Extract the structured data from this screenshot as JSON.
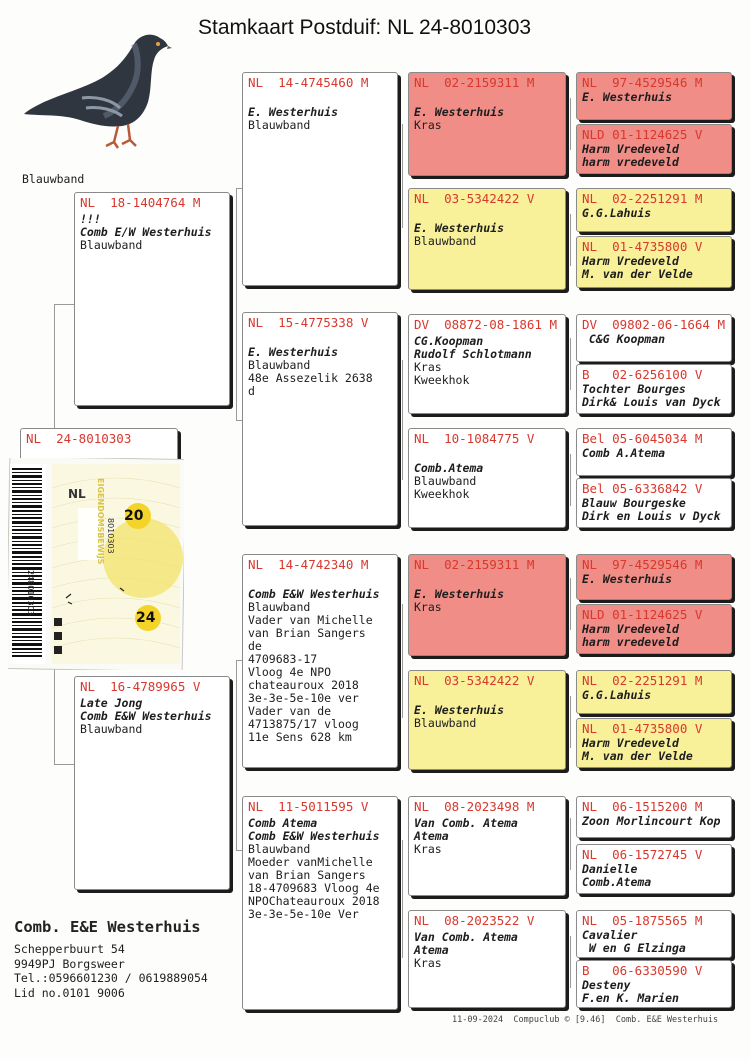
{
  "title": "Stamkaart Postduif: NL  24-8010303",
  "bird_label": "Blauwband",
  "subject": {
    "ring": "NL  24-8010303",
    "lines": []
  },
  "stamp": {
    "year_a": "20",
    "year_b": "24",
    "country": "NL",
    "number": "8010303",
    "side_text": "EIGENDOMSBEWIJS",
    "barcode_text": "248010303"
  },
  "gen1": [
    {
      "ring": "NL  18-1404764 M",
      "lines": [
        {
          "t": "!!!",
          "b": true
        },
        {
          "t": "Comb E/W Westerhuis",
          "b": true
        },
        {
          "t": "Blauwband",
          "b": false
        }
      ]
    },
    {
      "ring": "NL  16-4789965 V",
      "lines": [
        {
          "t": "Late Jong",
          "b": true
        },
        {
          "t": "Comb E&W Westerhuis",
          "b": true
        },
        {
          "t": "Blauwband",
          "b": false
        }
      ]
    }
  ],
  "gen2": [
    {
      "ring": "NL  14-4745460 M",
      "lines": [
        {
          "t": "",
          "b": false
        },
        {
          "t": "E. Westerhuis",
          "b": true
        },
        {
          "t": "Blauwband",
          "b": false
        }
      ]
    },
    {
      "ring": "NL  15-4775338 V",
      "lines": [
        {
          "t": "",
          "b": false
        },
        {
          "t": "E. Westerhuis",
          "b": true
        },
        {
          "t": "Blauwband",
          "b": false
        },
        {
          "t": "48e Assezelik 2638",
          "b": false
        },
        {
          "t": "d",
          "b": false
        }
      ]
    },
    {
      "ring": "NL  14-4742340 M",
      "lines": [
        {
          "t": "",
          "b": false
        },
        {
          "t": "Comb E&W Westerhuis",
          "b": true
        },
        {
          "t": "Blauwband",
          "b": false
        },
        {
          "t": "Vader van Michelle",
          "b": false
        },
        {
          "t": "van Brian Sangers",
          "b": false
        },
        {
          "t": "de",
          "b": false
        },
        {
          "t": "4709683-17",
          "b": false
        },
        {
          "t": "Vloog 4e NPO",
          "b": false
        },
        {
          "t": "chateauroux 2018",
          "b": false
        },
        {
          "t": "3e-3e-5e-10e ver",
          "b": false
        },
        {
          "t": "Vader van de",
          "b": false
        },
        {
          "t": "4713875/17 vloog",
          "b": false
        },
        {
          "t": "11e Sens 628 km",
          "b": false
        }
      ]
    },
    {
      "ring": "NL  11-5011595 V",
      "lines": [
        {
          "t": "Comb Atema",
          "b": true
        },
        {
          "t": "Comb E&W Westerhuis",
          "b": true
        },
        {
          "t": "Blauwband",
          "b": false
        },
        {
          "t": "Moeder vanMichelle",
          "b": false
        },
        {
          "t": "van Brian Sangers",
          "b": false
        },
        {
          "t": "18-4709683 Vloog 4e",
          "b": false
        },
        {
          "t": "NPOChateauroux 2018",
          "b": false
        },
        {
          "t": "3e-3e-5e-10e Ver",
          "b": false
        }
      ]
    }
  ],
  "gen3": [
    {
      "ring": "NL  02-2159311 M",
      "lines": [
        {
          "t": "",
          "b": false
        },
        {
          "t": "E. Westerhuis",
          "b": true
        },
        {
          "t": "Kras",
          "b": false
        }
      ],
      "color": "red"
    },
    {
      "ring": "NL  03-5342422 V",
      "lines": [
        {
          "t": "",
          "b": false
        },
        {
          "t": "E. Westerhuis",
          "b": true
        },
        {
          "t": "Blauwband",
          "b": false
        }
      ],
      "color": "yellow"
    },
    {
      "ring": "DV  08872-08-1861 M",
      "lines": [
        {
          "t": "CG.Koopman",
          "b": true
        },
        {
          "t": "Rudolf Schlotmann",
          "b": true
        },
        {
          "t": "Kras",
          "b": false
        },
        {
          "t": "Kweekhok",
          "b": false
        }
      ],
      "color": "white"
    },
    {
      "ring": "NL  10-1084775 V",
      "lines": [
        {
          "t": "",
          "b": false
        },
        {
          "t": "Comb.Atema",
          "b": true
        },
        {
          "t": "Blauwband",
          "b": false
        },
        {
          "t": "Kweekhok",
          "b": false
        }
      ],
      "color": "white"
    },
    {
      "ring": "NL  02-2159311 M",
      "lines": [
        {
          "t": "",
          "b": false
        },
        {
          "t": "E. Westerhuis",
          "b": true
        },
        {
          "t": "Kras",
          "b": false
        }
      ],
      "color": "red"
    },
    {
      "ring": "NL  03-5342422 V",
      "lines": [
        {
          "t": "",
          "b": false
        },
        {
          "t": "E. Westerhuis",
          "b": true
        },
        {
          "t": "Blauwband",
          "b": false
        }
      ],
      "color": "yellow"
    },
    {
      "ring": "NL  08-2023498 M",
      "lines": [
        {
          "t": "Van Comb. Atema",
          "b": true
        },
        {
          "t": "Atema",
          "b": true
        },
        {
          "t": "Kras",
          "b": false
        }
      ],
      "color": "white"
    },
    {
      "ring": "NL  08-2023522 V",
      "lines": [
        {
          "t": "Van Comb. Atema",
          "b": true
        },
        {
          "t": "Atema",
          "b": true
        },
        {
          "t": "Kras",
          "b": false
        }
      ],
      "color": "white"
    }
  ],
  "gen4": [
    {
      "ring": "NL  97-4529546 M",
      "lines": [
        {
          "t": "E. Westerhuis",
          "b": true
        }
      ],
      "color": "red"
    },
    {
      "ring": "NLD 01-1124625 V",
      "lines": [
        {
          "t": "Harm Vredeveld",
          "b": true
        },
        {
          "t": "harm vredeveld",
          "b": true
        }
      ],
      "color": "red"
    },
    {
      "ring": "NL  02-2251291 M",
      "lines": [
        {
          "t": "G.G.Lahuis",
          "b": true
        }
      ],
      "color": "yellow"
    },
    {
      "ring": "NL  01-4735800 V",
      "lines": [
        {
          "t": "Harm Vredeveld",
          "b": true
        },
        {
          "t": "M. van der Velde",
          "b": true
        }
      ],
      "color": "yellow"
    },
    {
      "ring": "DV  09802-06-1664 M",
      "lines": [
        {
          "t": " C&G Koopman",
          "b": true
        }
      ],
      "color": "white"
    },
    {
      "ring": "B   02-6256100 V",
      "lines": [
        {
          "t": "Tochter Bourges",
          "b": true
        },
        {
          "t": "Dirk& Louis van Dyck",
          "b": true
        }
      ],
      "color": "white"
    },
    {
      "ring": "Bel 05-6045034 M",
      "lines": [
        {
          "t": "Comb A.Atema",
          "b": true
        }
      ],
      "color": "white"
    },
    {
      "ring": "Bel 05-6336842 V",
      "lines": [
        {
          "t": "Blauw Bourgeske",
          "b": true
        },
        {
          "t": "Dirk en Louis v Dyck",
          "b": true
        }
      ],
      "color": "white"
    },
    {
      "ring": "NL  97-4529546 M",
      "lines": [
        {
          "t": "E. Westerhuis",
          "b": true
        }
      ],
      "color": "red"
    },
    {
      "ring": "NLD 01-1124625 V",
      "lines": [
        {
          "t": "Harm Vredeveld",
          "b": true
        },
        {
          "t": "harm vredeveld",
          "b": true
        }
      ],
      "color": "red"
    },
    {
      "ring": "NL  02-2251291 M",
      "lines": [
        {
          "t": "G.G.Lahuis",
          "b": true
        }
      ],
      "color": "yellow"
    },
    {
      "ring": "NL  01-4735800 V",
      "lines": [
        {
          "t": "Harm Vredeveld",
          "b": true
        },
        {
          "t": "M. van der Velde",
          "b": true
        }
      ],
      "color": "yellow"
    },
    {
      "ring": "NL  06-1515200 M",
      "lines": [
        {
          "t": "Zoon Morlincourt Kop",
          "b": true
        }
      ],
      "color": "white"
    },
    {
      "ring": "NL  06-1572745 V",
      "lines": [
        {
          "t": "Danielle",
          "b": true
        },
        {
          "t": "Comb.Atema",
          "b": true
        }
      ],
      "color": "white"
    },
    {
      "ring": "NL  05-1875565 M",
      "lines": [
        {
          "t": "Cavalier",
          "b": true
        },
        {
          "t": " W en G Elzinga",
          "b": true
        }
      ],
      "color": "white"
    },
    {
      "ring": "B   06-6330590 V",
      "lines": [
        {
          "t": "Desteny",
          "b": true
        },
        {
          "t": "F.en K. Marien",
          "b": true
        }
      ],
      "color": "white"
    }
  ],
  "owner": {
    "name": "Comb. E&E Westerhuis",
    "street": "Schepperbuurt 54",
    "city": "9949PJ  Borgsweer",
    "phone": "Tel.:0596601230 / 0619889054",
    "member": "Lid no.0101 9006"
  },
  "footer": "11-09-2024  Compuclub © [9.46]  Comb. E&E Westerhuis"
}
